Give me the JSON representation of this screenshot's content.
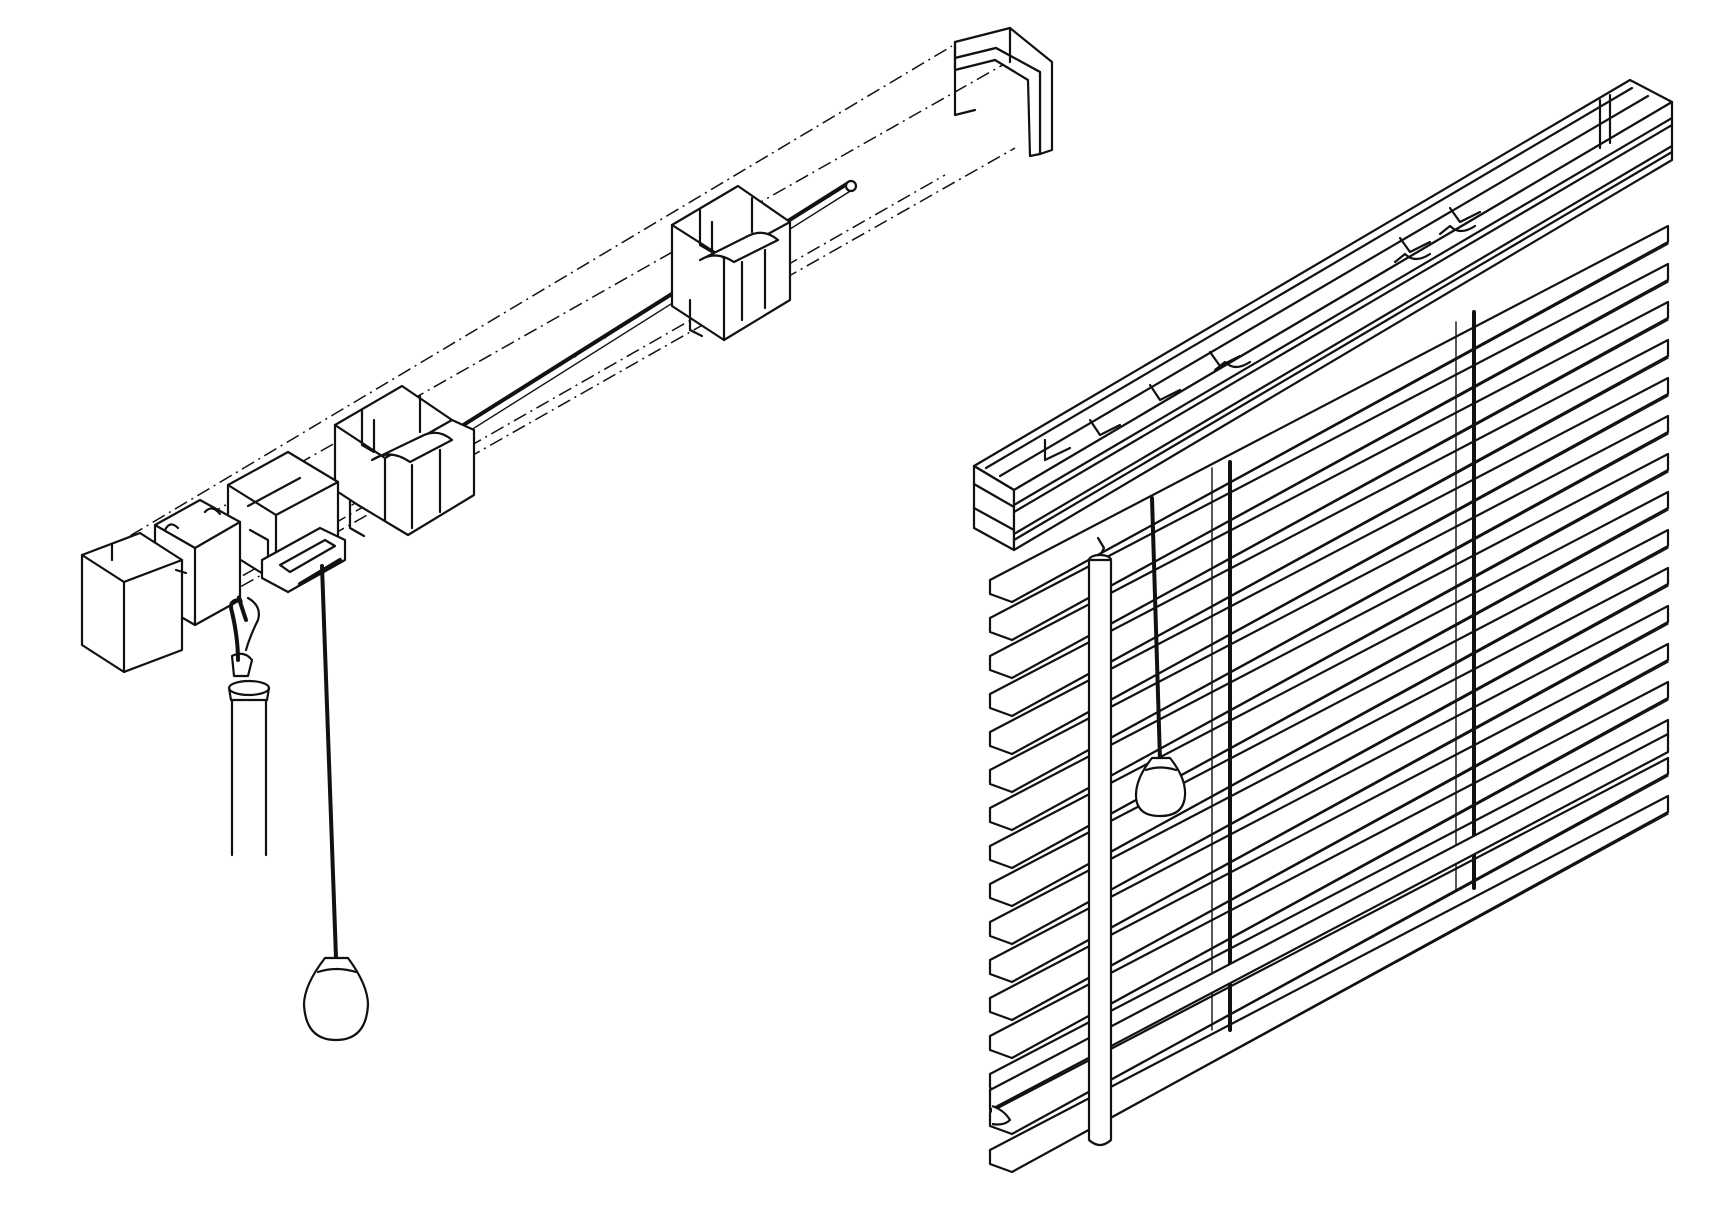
{
  "figure": {
    "colors": {
      "line": "#111111",
      "background": "#ffffff"
    },
    "parts": [
      "exploded-headrail",
      "end-cap",
      "tilt-mechanism",
      "tilt-rod",
      "tape-drum-cradle",
      "wand-hook",
      "tilt-wand",
      "lift-cord",
      "cord-tassel",
      "assembled-blind"
    ],
    "assembled_blind": {
      "visible_slat_count": 16,
      "ladder_tape_count": 2
    }
  }
}
